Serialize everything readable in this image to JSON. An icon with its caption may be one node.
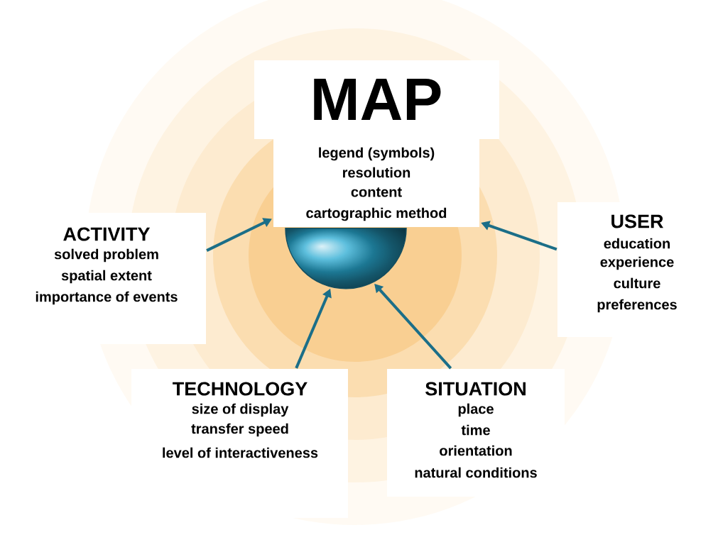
{
  "diagram": {
    "nodes": [
      {
        "text": [
          "MAP",
          "legend (symbols)",
          "resolution",
          "content",
          "cartographic method"
        ]
      },
      {
        "text": [],
        "shape": "circle"
      },
      {
        "text": [
          "ACTIVITY",
          "solved problem",
          "spatial extent",
          "importance of events"
        ]
      },
      {
        "text": [
          "USER",
          "education",
          "experience",
          "culture",
          "preferences"
        ]
      },
      {
        "text": [
          "TECHNOLOGY",
          "size of display",
          "transfer speed",
          "level of interactiveness"
        ]
      },
      {
        "text": [
          "SITUATION",
          "place",
          "time",
          "orientation",
          "natural conditions"
        ]
      }
    ],
    "edges": [
      {
        "from": 2,
        "to": 0,
        "arrow": "to"
      },
      {
        "from": 3,
        "to": 0,
        "arrow": "to"
      },
      {
        "from": 4,
        "to": 1,
        "arrow": "to"
      },
      {
        "from": 5,
        "to": 1,
        "arrow": "to"
      }
    ]
  }
}
